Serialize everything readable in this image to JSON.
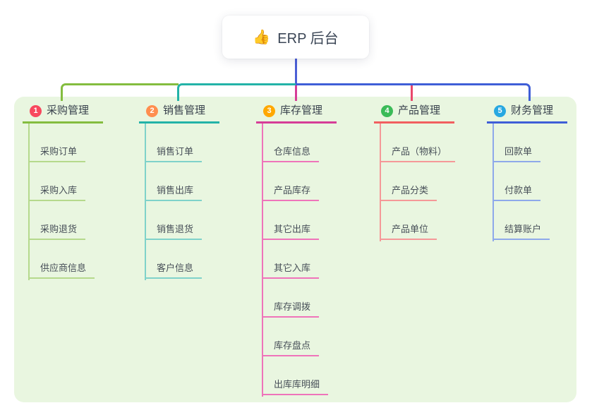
{
  "root": {
    "icon": "👍",
    "title": "ERP 后台"
  },
  "panel_color": "#e9f6e0",
  "connectors": {
    "root_stem_color": "#4c5fd6"
  },
  "branches": [
    {
      "badge": "1",
      "label": "采购管理",
      "badge_color": "#f8485e",
      "line_color": "#84bd3f",
      "child_line_color": "#b5d98c",
      "children": [
        "采购订单",
        "采购入库",
        "采购退货",
        "供应商信息"
      ]
    },
    {
      "badge": "2",
      "label": "销售管理",
      "badge_color": "#ff8e4f",
      "line_color": "#23b3a8",
      "child_line_color": "#7fd2ca",
      "children": [
        "销售订单",
        "销售出库",
        "销售退货",
        "客户信息"
      ]
    },
    {
      "badge": "3",
      "label": "库存管理",
      "badge_color": "#ffa800",
      "line_color": "#d63d97",
      "child_line_color": "#ef74ba",
      "children": [
        "仓库信息",
        "产品库存",
        "其它出库",
        "其它入库",
        "库存调拨",
        "库存盘点",
        "出库库明细"
      ]
    },
    {
      "badge": "4",
      "label": "产品管理",
      "badge_color": "#3bbb58",
      "line_color": "#f15f60",
      "bus_drop_color": "#e9486b",
      "child_line_color": "#f59898",
      "children": [
        "产品（物料）",
        "产品分类",
        "产品单位"
      ]
    },
    {
      "badge": "5",
      "label": "财务管理",
      "badge_color": "#28a8e1",
      "line_color": "#3f5ed7",
      "child_line_color": "#8ea9ea",
      "children": [
        "回款单",
        "付款单",
        "结算账户"
      ]
    }
  ]
}
